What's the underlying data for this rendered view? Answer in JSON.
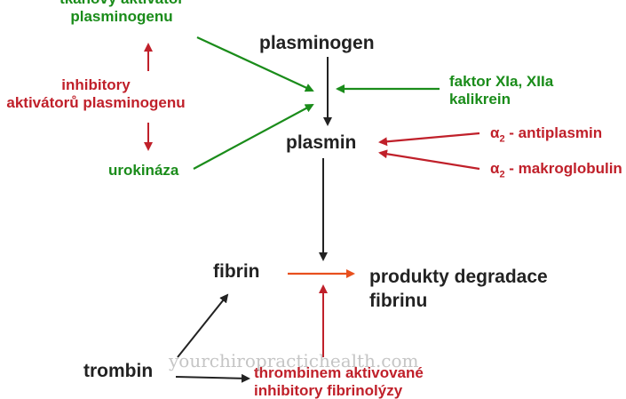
{
  "colors": {
    "green": "#1a8c1a",
    "red": "#c0202a",
    "dark": "#222222",
    "orange": "#e8501e"
  },
  "nodes": {
    "tpa_line1": "tkáňový aktivátor",
    "tpa_line2": "plasminogenu",
    "inhibitors_pa_line1": "inhibitory",
    "inhibitors_pa_line2": "aktivátorů plasminogenu",
    "urokinase": "urokináza",
    "plasminogen": "plasminogen",
    "factor_line1": "faktor XIa, XIIa",
    "factor_line2": "kalikrein",
    "plasmin": "plasmin",
    "alpha": "α",
    "sub2": "2",
    "antiplasmin": " - antiplasmin",
    "macroglobulin": " - makroglobulin",
    "fibrin": "fibrin",
    "products_line1": "produkty degradace",
    "products_line2": "fibrinu",
    "thrombin": "trombin",
    "tafi_line1": "thrombinem aktivované",
    "tafi_line2": "inhibitory fibrinolýzy"
  },
  "watermark": "yourchiropractichealth.com"
}
